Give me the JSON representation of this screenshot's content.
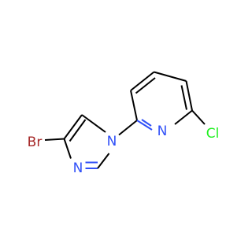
{
  "molecule": {
    "labels": {
      "br": "Br",
      "n_imidazole_1": "N",
      "n_imidazole_2": "N",
      "n_pyridine": "N",
      "cl": "Cl"
    },
    "colors": {
      "bond": "#000000",
      "nitrogen": "#3050f8",
      "bromine": "#a62929",
      "chlorine": "#1ff01f",
      "background": "#ffffff"
    }
  }
}
